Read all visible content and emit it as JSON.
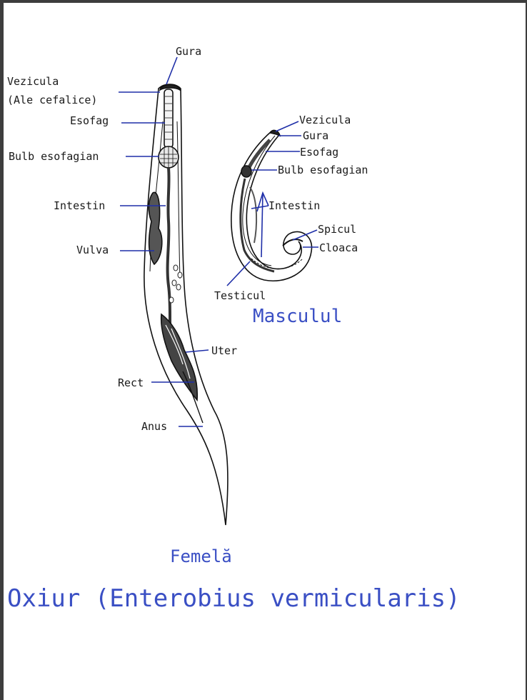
{
  "title": "Oxiur (Enterobius vermicularis)",
  "female": {
    "caption": "Femelă",
    "labels": {
      "gura": "Gura",
      "vezicula": "Vezicula",
      "ale_cefalice": "(Ale cefalice)",
      "esofag": "Esofag",
      "bulb": "Bulb esofagian",
      "intestin": "Intestin",
      "vulva": "Vulva",
      "uter": "Uter",
      "rect": "Rect",
      "anus": "Anus"
    }
  },
  "male": {
    "caption": "Masculul",
    "labels": {
      "vezicula": "Vezicula",
      "gura": "Gura",
      "esofag": "Esofag",
      "bulb": "Bulb esofagian",
      "intestin": "Intestin",
      "spicul": "Spicul",
      "cloaca": "Cloaca",
      "testicul": "Testicul"
    }
  },
  "colors": {
    "leader_line": "#1f2fa8",
    "caption": "#3a4fc4",
    "frame": "#3d3d3d"
  }
}
